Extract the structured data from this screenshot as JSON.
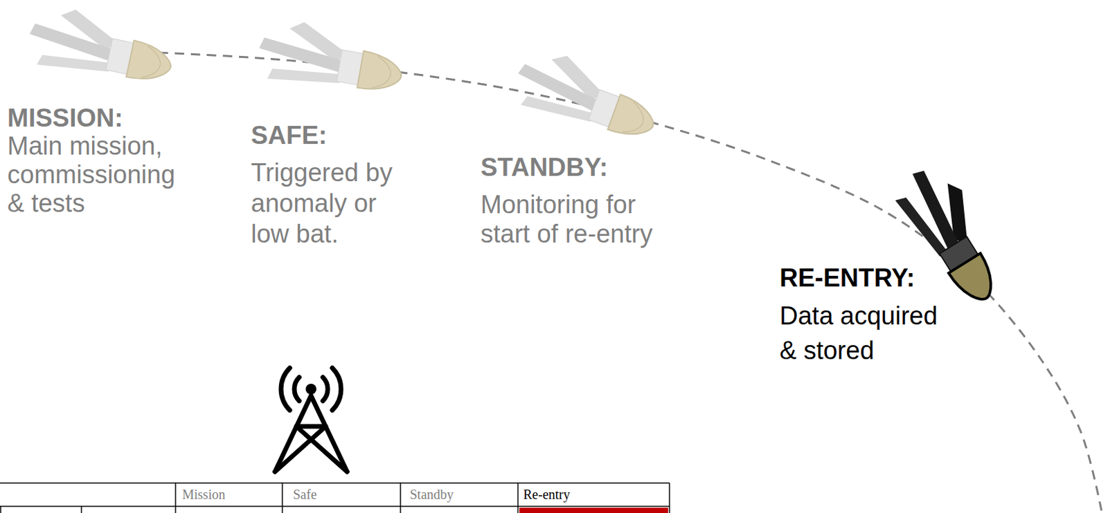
{
  "diagram": {
    "labels": [
      "MISSION:",
      "Main mission, commissioning & tests",
      "SAFE:",
      "Triggered by anomaly or low bat.",
      "STANDBY:",
      "Monitoring for start of re-entry",
      "RE-ENTRY:",
      "Data acquired & stored",
      "Mission",
      "Safe",
      "Standby",
      "Re-entry"
    ]
  }
}
